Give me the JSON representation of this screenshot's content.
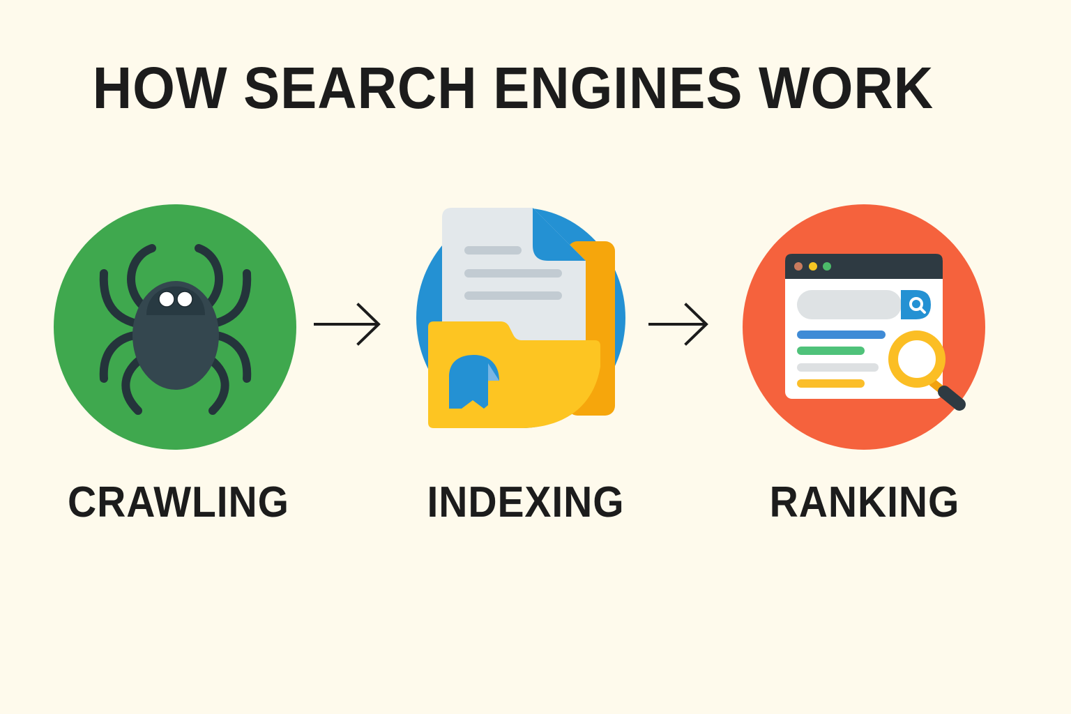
{
  "title": "HOW SEARCH ENGINES WORK",
  "steps": [
    {
      "label": "CRAWLING",
      "icon": "spider-icon",
      "circle_color": "#3fa84e"
    },
    {
      "label": "INDEXING",
      "icon": "folder-document-icon",
      "circle_color": "#2491d3"
    },
    {
      "label": "RANKING",
      "icon": "browser-search-icon",
      "circle_color": "#f5623d"
    }
  ],
  "connectors": [
    "arrow-right-icon",
    "arrow-right-icon"
  ],
  "colors": {
    "background": "#fefaec",
    "text": "#1c1c1c",
    "spider_body": "#34474f",
    "spider_legs": "#24343b",
    "folder_yellow": "#fdc522",
    "folder_back": "#f6a60c",
    "doc": "#e3e8eb",
    "doc_lines": "#c2cbd2",
    "browser_bar": "#2e3a42",
    "search_blue": "#2491d3"
  }
}
